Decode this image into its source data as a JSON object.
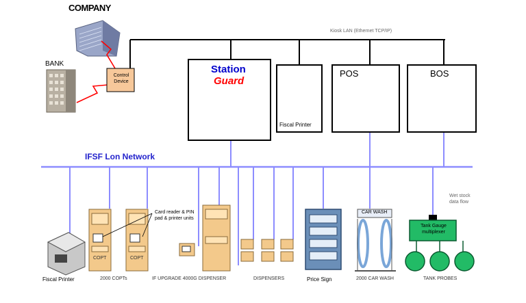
{
  "labels": {
    "company": "COMPANY",
    "bank": "BANK",
    "control_device": "Control Device",
    "kiosk_lan": "Kiosk LAN (Ethernet TCP/IP)",
    "station": "Station",
    "guard": "Guard",
    "fiscal_printer_top": "Fiscal Printer",
    "pos": "POS",
    "bos": "BOS",
    "ifsf_network": "IFSF Lon Network",
    "wet_stock": "Wet stock data flow",
    "card_reader": "Card reader & PIN pad & printer units",
    "fiscal_printer_bottom": "Fiscal Printer",
    "opt_group": "2000 COPTs",
    "dispenser_upgrade": "IF UPGRADE 4000G DISPENSER",
    "dispensers": "DISPENSERS",
    "price_sign": "Price Sign",
    "car_wash_label": "2000 CAR WASH",
    "car_wash_sign": "CAR WASH",
    "tank_gauge": "Tank Gauge multiplexer",
    "tank_probes": "TANK PROBES",
    "copt_1": "COPT",
    "copt_2": "COPT"
  },
  "colors": {
    "network_line": "#8c8cff",
    "lan_line": "#000000",
    "red_link": "#ff0000",
    "station_blue": "#0000cc",
    "guard_red": "#ff0000",
    "control_fill": "#f7c89a",
    "tank_green": "#22bb66",
    "opt_fill": "#f3c98b"
  }
}
